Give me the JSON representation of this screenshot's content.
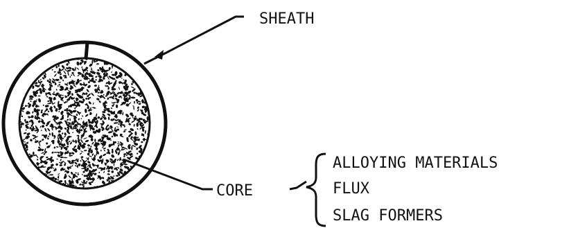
{
  "labels": {
    "sheath": "SHEATH",
    "core": "CORE",
    "core_components": [
      "ALLOYING MATERIALS",
      "FLUX",
      "SLAG FORMERS"
    ]
  },
  "colors": {
    "ink": "#111111",
    "background": "#ffffff"
  }
}
